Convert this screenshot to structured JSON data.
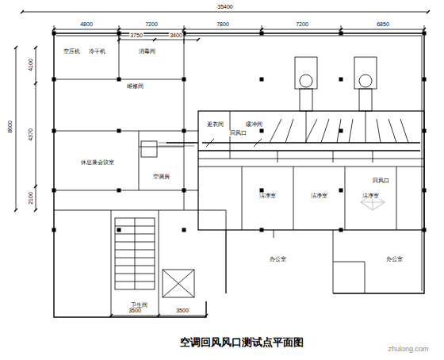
{
  "diagram": {
    "title": "空调回风风口测试点平面图",
    "nodes": [
      {
        "text": [
          "空压机"
        ]
      },
      {
        "text": [
          "冷干机"
        ]
      },
      {
        "text": [
          "消毒间"
        ]
      },
      {
        "text": [
          "维修间"
        ]
      },
      {
        "text": [
          "休息兼会议室"
        ]
      },
      {
        "text": [
          "空调房"
        ]
      },
      {
        "text": [
          "更衣间"
        ]
      },
      {
        "text": [
          "缓冲间"
        ]
      },
      {
        "text": [
          "洁净室"
        ]
      },
      {
        "text": [
          "洁净室"
        ]
      },
      {
        "text": [
          "洁净室"
        ]
      },
      {
        "text": [
          "办公室"
        ]
      },
      {
        "text": [
          "办公室"
        ]
      },
      {
        "text": [
          "卫生间"
        ]
      }
    ],
    "labels": [
      "35400",
      "4800",
      "7200",
      "7800",
      "7200",
      "6850",
      "3750",
      "3400",
      "8600",
      "4100",
      "4370",
      "2100",
      "3500",
      "3500",
      "回风口",
      "回风口",
      "zhulong.com"
    ]
  }
}
